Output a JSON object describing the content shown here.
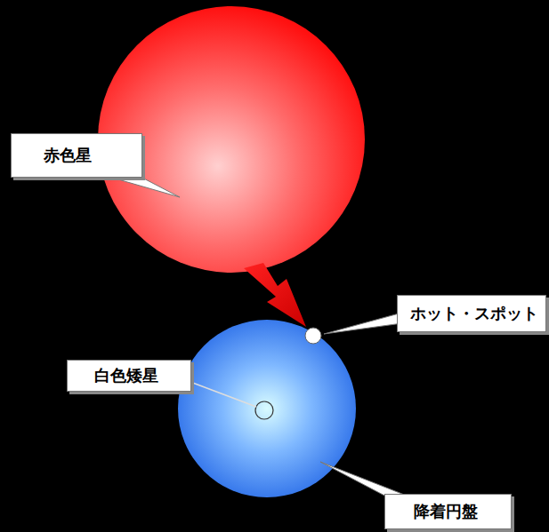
{
  "diagram": {
    "nodes": [
      {
        "text": [
          "赤色星"
        ]
      },
      {
        "text": [
          "ホット・スポット"
        ]
      },
      {
        "text": [
          "白色矮星"
        ]
      },
      {
        "text": [
          "降着円盤"
        ]
      }
    ]
  }
}
